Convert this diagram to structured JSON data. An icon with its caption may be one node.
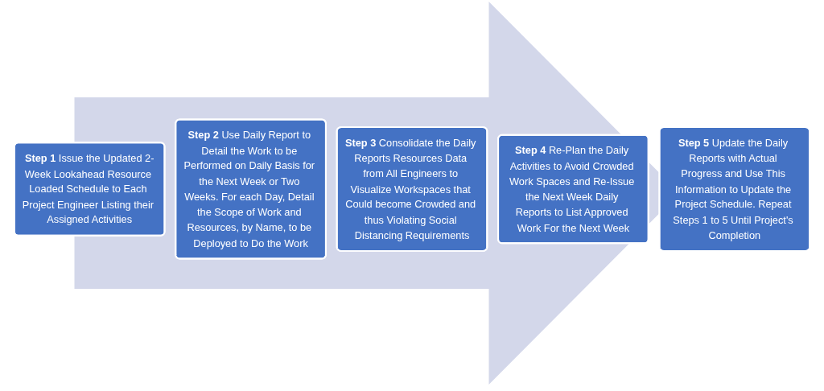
{
  "diagram": {
    "nodes": [
      {
        "text": [
          "**Step 1** Issue the Updated 2-Week Lookahead Resource Loaded Schedule to Each Project Engineer Listing their Assigned Activities"
        ]
      },
      {
        "text": [
          "**Step 2** Use Daily Report to Detail the Work to be Performed on Daily Basis for the Next Week or Two Weeks. For each Day, Detail the Scope of Work and Resources, by Name, to be Deployed to Do the Work"
        ]
      },
      {
        "text": [
          "**Step 3** Consolidate the Daily Reports Resources Data from All Engineers to Visualize Workspaces that Could become Crowded and thus Violating Social Distancing Requirements"
        ]
      },
      {
        "text": [
          "**Step 4** Re-Plan the Daily Activities to Avoid Crowded Work Spaces and Re-Issue the Next Week Daily Reports to List Approved Work For the Next Week"
        ]
      },
      {
        "text": [
          "**Step 5** Update the Daily Reports with Actual Progress and Use This Information to Update the Project Schedule. Repeat Steps 1 to 5 Until Project's Completion"
        ]
      }
    ],
    "edges": [
      {
        "from": 0,
        "to": 4,
        "arrow": "to",
        "style": "thick",
        "color": "#d3d7ea"
      }
    ]
  }
}
